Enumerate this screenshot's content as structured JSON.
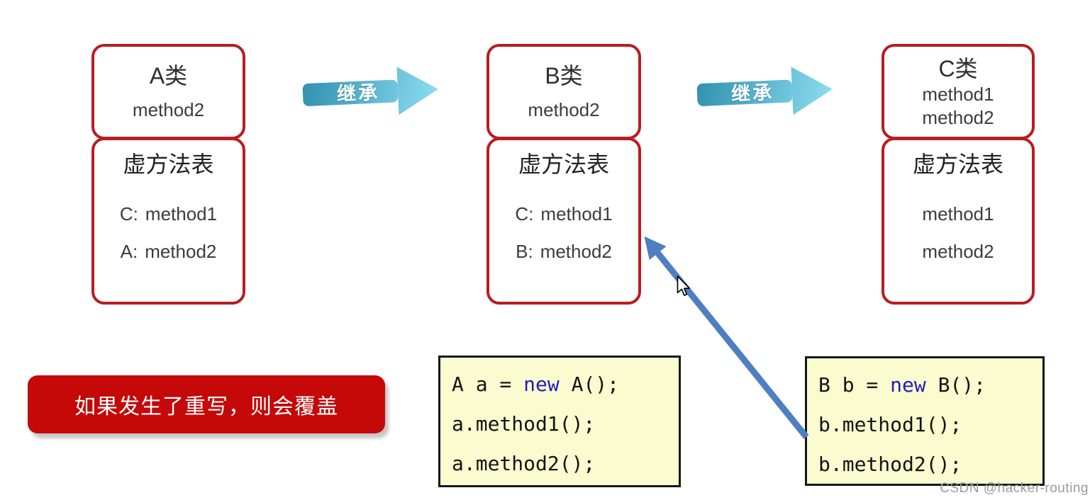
{
  "colors": {
    "box_border_red": "#b91c21",
    "banner_red": "#c50808",
    "banner_text": "#ffffff",
    "code_background": "#fbfbd0",
    "code_border": "#161616",
    "code_text": "#131313",
    "code_keyword_blue": "#1d1dbe",
    "inherit_arrow_dark": "#2e8fae",
    "inherit_arrow_light": "#8edff2",
    "annotation_arrow_blue": "#4e7fc0",
    "watermark_gray": "#9b9b9b"
  },
  "classes": [
    {
      "title": "A类",
      "methods": [
        "method2"
      ],
      "vtable_title": "虚方法表",
      "vtable_entries": [
        {
          "prefix": "C:",
          "name": "method1"
        },
        {
          "prefix": "A:",
          "name": "method2"
        }
      ]
    },
    {
      "title": "B类",
      "methods": [
        "method2"
      ],
      "vtable_title": "虚方法表",
      "vtable_entries": [
        {
          "prefix": "C:",
          "name": "method1"
        },
        {
          "prefix": "B:",
          "name": "method2"
        }
      ]
    },
    {
      "title": "C类",
      "methods": [
        "method1",
        "method2"
      ],
      "vtable_title": "虚方法表",
      "vtable_entries": [
        {
          "prefix": "",
          "name": "method1"
        },
        {
          "prefix": "",
          "name": "method2"
        }
      ]
    }
  ],
  "inheritance_arrows": [
    {
      "label": "继承"
    },
    {
      "label": "继承"
    }
  ],
  "banner": {
    "text": "如果发生了重写，则会覆盖"
  },
  "code_blocks": [
    {
      "lines": [
        {
          "pre": "A a = ",
          "kw": "new",
          "post": " A();"
        },
        {
          "pre": "a.method1();",
          "kw": "",
          "post": ""
        },
        {
          "pre": "a.method2();",
          "kw": "",
          "post": ""
        }
      ]
    },
    {
      "lines": [
        {
          "pre": "B b = ",
          "kw": "new",
          "post": " B();"
        },
        {
          "pre": "b.method1();",
          "kw": "",
          "post": ""
        },
        {
          "pre": "b.method2();",
          "kw": "",
          "post": ""
        }
      ]
    }
  ],
  "icons": {
    "cursor": "mouse-pointer-arrow",
    "annotation_arrow": "blue-diagonal-arrow",
    "inherit_arrow": "teal-right-arrow"
  },
  "watermark": {
    "text": "CSDN @hacker-routing"
  }
}
